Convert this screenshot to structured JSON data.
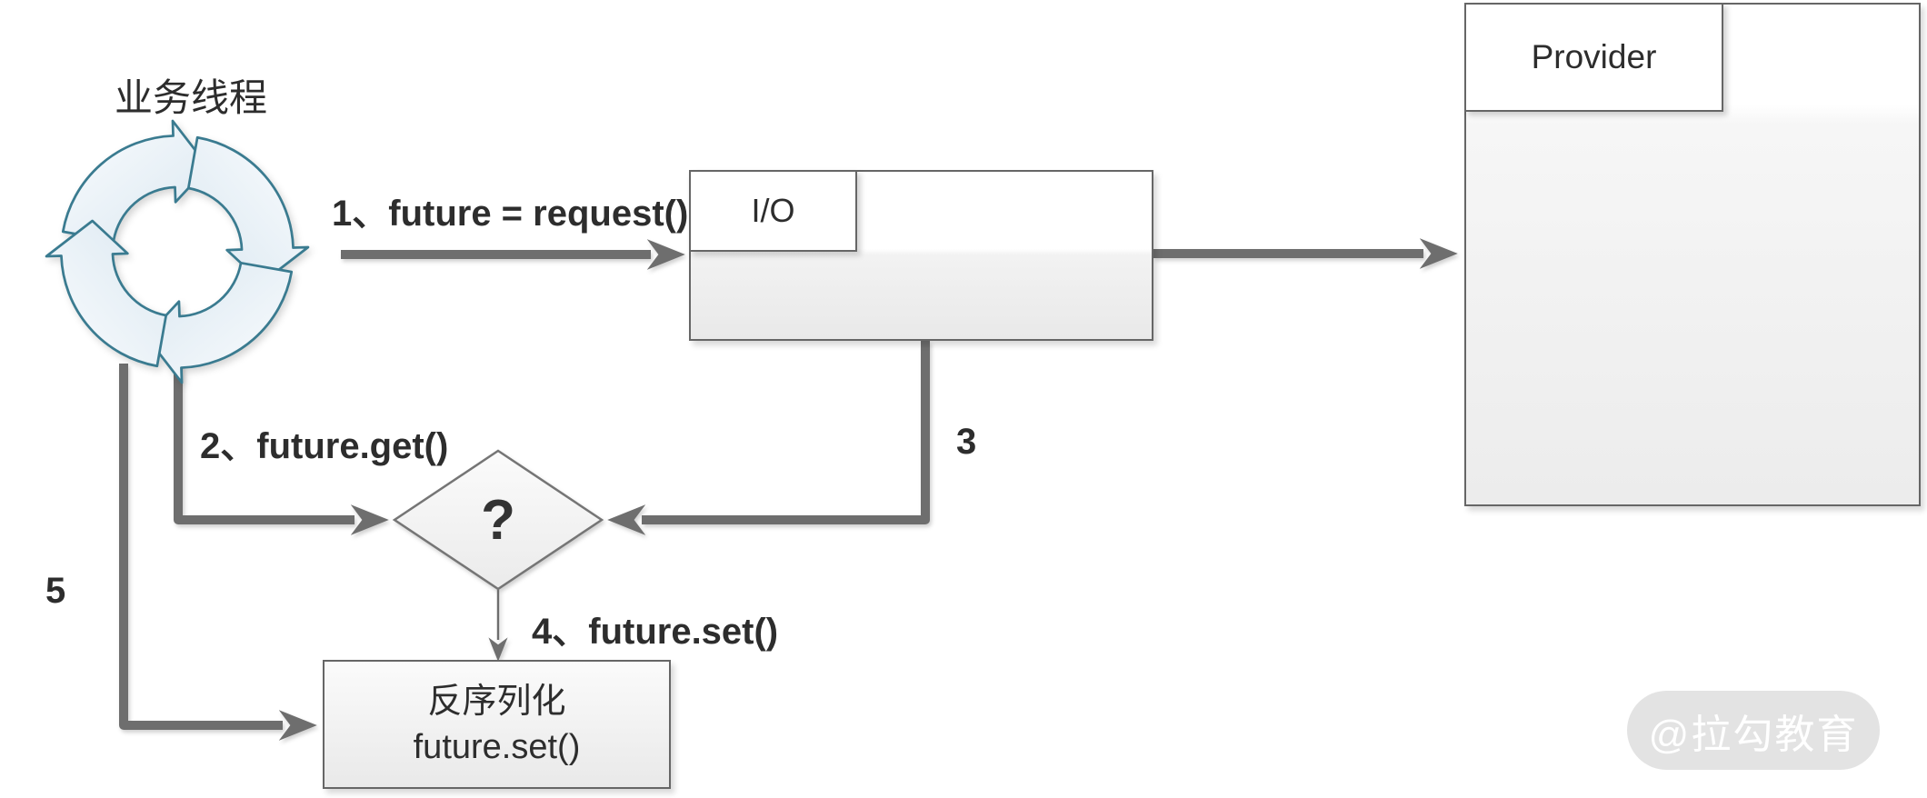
{
  "diagram": {
    "thread_label": "业务线程",
    "io_box": {
      "title": "I/O"
    },
    "provider_box": {
      "title": "Provider"
    },
    "decision": {
      "label": "?"
    },
    "deserialize_box": {
      "line1": "反序列化",
      "line2": "future.set()"
    },
    "steps": {
      "step1": "1、future = request()",
      "step2": "2、future.get()",
      "step3": "3",
      "step4": "4、future.set()",
      "step5": "5"
    },
    "watermark": "@拉勾教育",
    "colors": {
      "connector_gray": "#6e6e6e",
      "box_border": "#666666",
      "icon_teal": "#3a7b90",
      "text": "#2d2d2d",
      "watermark_bg": "#e3e3e3"
    }
  }
}
